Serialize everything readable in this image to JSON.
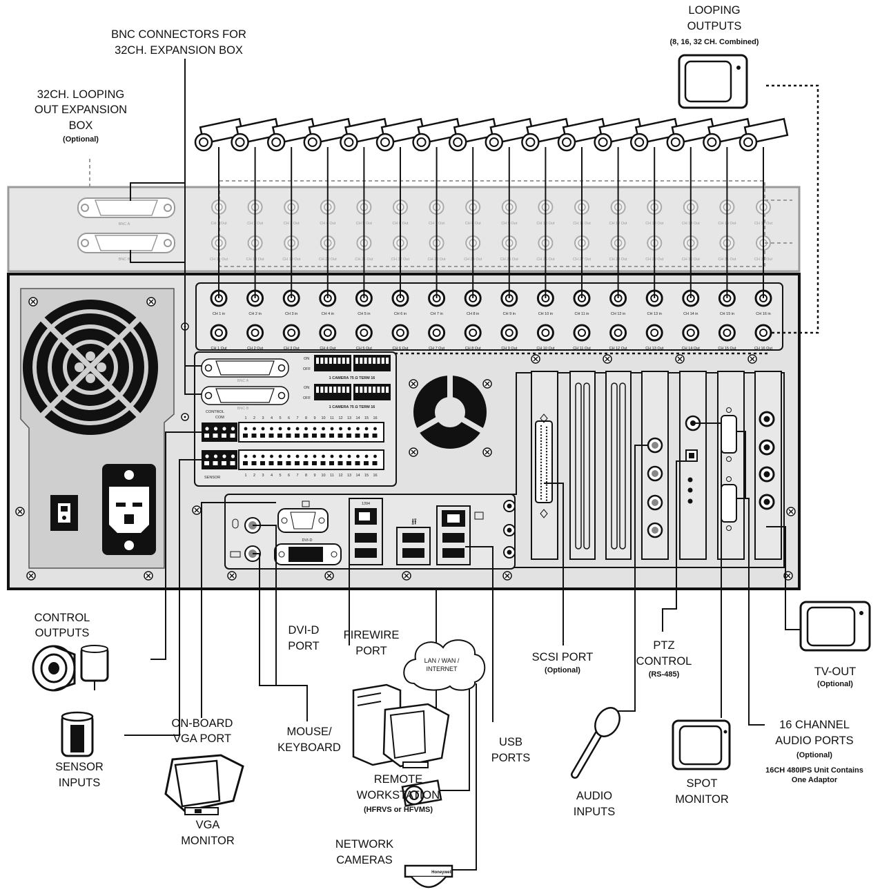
{
  "labels": {
    "bnc_connectors": [
      "BNC CONNECTORS FOR",
      "32CH. EXPANSION BOX"
    ],
    "looping_out_box": [
      "32CH. LOOPING",
      "OUT EXPANSION",
      "BOX"
    ],
    "looping_out_box_note": "(Optional)",
    "looping_outputs": [
      "LOOPING",
      "OUTPUTS"
    ],
    "looping_outputs_note": "(8, 16, 32 CH. Combined)",
    "control_outputs": [
      "CONTROL",
      "OUTPUTS"
    ],
    "sensor_inputs": [
      "SENSOR",
      "INPUTS"
    ],
    "onboard_vga": [
      "ON-BOARD",
      "VGA PORT"
    ],
    "vga_monitor": [
      "VGA",
      "MONITOR"
    ],
    "dvi_port": [
      "DVI-D",
      "PORT"
    ],
    "mouse_keyboard": [
      "MOUSE/",
      "KEYBOARD"
    ],
    "firewire_port": [
      "FIREWIRE",
      "PORT"
    ],
    "lan": [
      "LAN / WAN /",
      "INTERNET"
    ],
    "remote_workstation": [
      "REMOTE",
      "WORKSTATION"
    ],
    "remote_workstation_note": "(HFRVS or HFVMS)",
    "network_cameras": [
      "NETWORK",
      "CAMERAS"
    ],
    "usb_ports": [
      "USB",
      "PORTS"
    ],
    "scsi_port": "SCSI PORT",
    "scsi_note": "(Optional)",
    "ptz_control": [
      "PTZ",
      "CONTROL"
    ],
    "ptz_note": "(RS-485)",
    "audio_inputs": [
      "AUDIO",
      "INPUTS"
    ],
    "spot_monitor": [
      "SPOT",
      "MONITOR"
    ],
    "audio_ports": [
      "16 CHANNEL",
      "AUDIO PORTS"
    ],
    "audio_ports_note": [
      "(Optional)",
      "16CH 480IPS Unit Contains",
      "One Adaptor"
    ],
    "tv_out": "TV-OUT",
    "tv_out_note": "(Optional)"
  },
  "panel": {
    "bnc_a": "BNC A",
    "bnc_b": "BNC B",
    "on": "ON",
    "off": "OFF",
    "dip_row": "1 CAMERA 75 Ω TERM 16",
    "control": "CONTROL",
    "com": "COM",
    "sensor": "SENSOR",
    "dvi": "DVI-D",
    "firewire": "1394",
    "brand": "Honeywell",
    "terminal_numbers": [
      "1",
      "2",
      "3",
      "4",
      "5",
      "6",
      "7",
      "8",
      "9",
      "10",
      "11",
      "12",
      "13",
      "14",
      "15",
      "16"
    ],
    "channels_in": [
      "CH 1 in",
      "CH 2 in",
      "CH 3 in",
      "CH 4 in",
      "CH 5 in",
      "CH 6 in",
      "CH 7 in",
      "CH 8 in",
      "CH 9 in",
      "CH 10 in",
      "CH 11 in",
      "CH 12 in",
      "CH 13 in",
      "CH 14 in",
      "CH 15 in",
      "CH 16 in"
    ],
    "channels_out": [
      "CH 1 Out",
      "CH 2 Out",
      "CH 3 Out",
      "CH 4 Out",
      "CH 5 Out",
      "CH 6 Out",
      "CH 7 Out",
      "CH 8 Out",
      "CH 9 Out",
      "CH 10 Out",
      "CH 11 Out",
      "CH 12 Out",
      "CH 13 Out",
      "CH 14 Out",
      "CH 15 Out",
      "CH 16 Out"
    ],
    "exp_row1": [
      "CH 1 Out",
      "CH 2 Out",
      "CH 3 Out",
      "CH 4 Out",
      "CH 5 Out",
      "CH 6 Out",
      "CH 7 Out",
      "CH 8 Out",
      "CH 9 Out",
      "CH 10 Out",
      "CH 11 Out",
      "CH 12 Out",
      "CH 13 Out",
      "CH 14 Out",
      "CH 15 Out",
      "CH 16 Out"
    ],
    "exp_row2": [
      "CH 17 Out",
      "CH 18 Out",
      "CH 19 Out",
      "CH 20 Out",
      "CH 21 Out",
      "CH 22 Out",
      "CH 23 Out",
      "CH 24 Out",
      "CH 25 Out",
      "CH 26 Out",
      "CH 27 Out",
      "CH 28 Out",
      "CH 29 Out",
      "CH 30 Out",
      "CH 31 Out",
      "CH 32 Out"
    ]
  }
}
